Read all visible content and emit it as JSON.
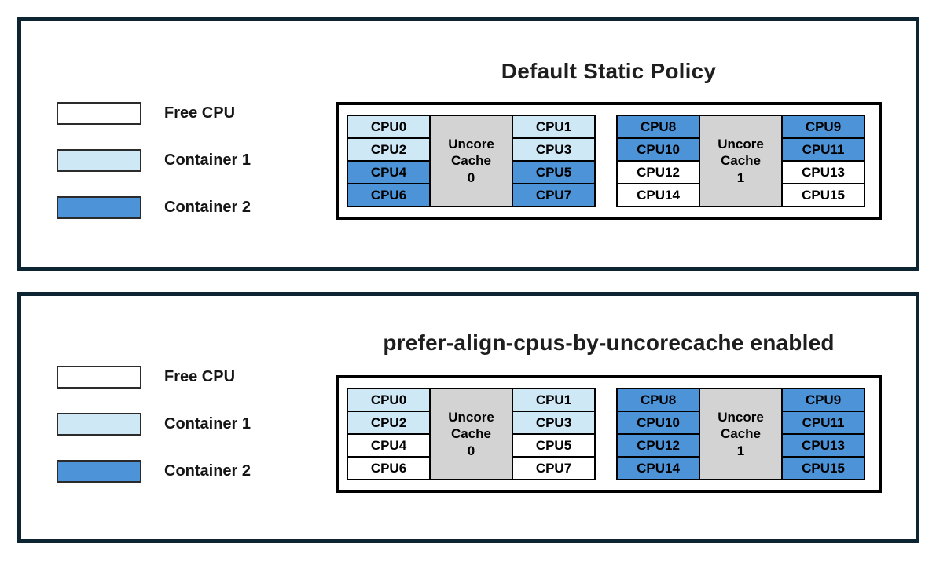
{
  "colors": {
    "free": "#ffffff",
    "container1": "#cfe8f6",
    "container2": "#4d93d8",
    "cache_fill": "#d3d3d3",
    "panel_border": "#0d2433"
  },
  "legend": {
    "items": [
      {
        "label": "Free CPU",
        "state": "free"
      },
      {
        "label": "Container 1",
        "state": "container1"
      },
      {
        "label": "Container 2",
        "state": "container2"
      }
    ]
  },
  "panels": [
    {
      "title": "Default Static Policy",
      "groups": [
        {
          "cache_lines": [
            "Uncore",
            "Cache",
            "0"
          ],
          "left": [
            {
              "label": "CPU0",
              "state": "container1"
            },
            {
              "label": "CPU2",
              "state": "container1"
            },
            {
              "label": "CPU4",
              "state": "container2"
            },
            {
              "label": "CPU6",
              "state": "container2"
            }
          ],
          "right": [
            {
              "label": "CPU1",
              "state": "container1"
            },
            {
              "label": "CPU3",
              "state": "container1"
            },
            {
              "label": "CPU5",
              "state": "container2"
            },
            {
              "label": "CPU7",
              "state": "container2"
            }
          ]
        },
        {
          "cache_lines": [
            "Uncore",
            "Cache",
            "1"
          ],
          "left": [
            {
              "label": "CPU8",
              "state": "container2"
            },
            {
              "label": "CPU10",
              "state": "container2"
            },
            {
              "label": "CPU12",
              "state": "free"
            },
            {
              "label": "CPU14",
              "state": "free"
            }
          ],
          "right": [
            {
              "label": "CPU9",
              "state": "container2"
            },
            {
              "label": "CPU11",
              "state": "container2"
            },
            {
              "label": "CPU13",
              "state": "free"
            },
            {
              "label": "CPU15",
              "state": "free"
            }
          ]
        }
      ]
    },
    {
      "title": "prefer-align-cpus-by-uncorecache enabled",
      "groups": [
        {
          "cache_lines": [
            "Uncore",
            "Cache",
            "0"
          ],
          "left": [
            {
              "label": "CPU0",
              "state": "container1"
            },
            {
              "label": "CPU2",
              "state": "container1"
            },
            {
              "label": "CPU4",
              "state": "free"
            },
            {
              "label": "CPU6",
              "state": "free"
            }
          ],
          "right": [
            {
              "label": "CPU1",
              "state": "container1"
            },
            {
              "label": "CPU3",
              "state": "container1"
            },
            {
              "label": "CPU5",
              "state": "free"
            },
            {
              "label": "CPU7",
              "state": "free"
            }
          ]
        },
        {
          "cache_lines": [
            "Uncore",
            "Cache",
            "1"
          ],
          "left": [
            {
              "label": "CPU8",
              "state": "container2"
            },
            {
              "label": "CPU10",
              "state": "container2"
            },
            {
              "label": "CPU12",
              "state": "container2"
            },
            {
              "label": "CPU14",
              "state": "container2"
            }
          ],
          "right": [
            {
              "label": "CPU9",
              "state": "container2"
            },
            {
              "label": "CPU11",
              "state": "container2"
            },
            {
              "label": "CPU13",
              "state": "container2"
            },
            {
              "label": "CPU15",
              "state": "container2"
            }
          ]
        }
      ]
    }
  ]
}
